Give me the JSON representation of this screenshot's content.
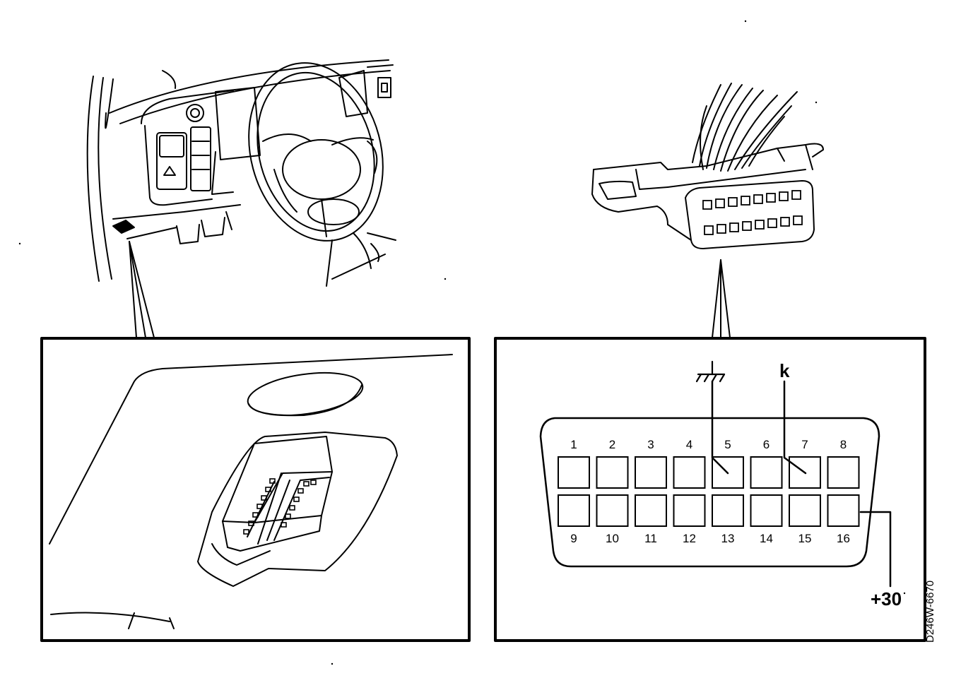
{
  "connector": {
    "top_row_pins": [
      "1",
      "2",
      "3",
      "4",
      "5",
      "6",
      "7",
      "8"
    ],
    "bottom_row_pins": [
      "9",
      "10",
      "11",
      "12",
      "13",
      "14",
      "15",
      "16"
    ]
  },
  "callouts": {
    "k_line": "k",
    "battery": "+30"
  },
  "drawing_code": "D246W-6670",
  "colors": {
    "ink": "#000000",
    "paper": "#ffffff"
  },
  "icons": [
    "ground-icon"
  ]
}
